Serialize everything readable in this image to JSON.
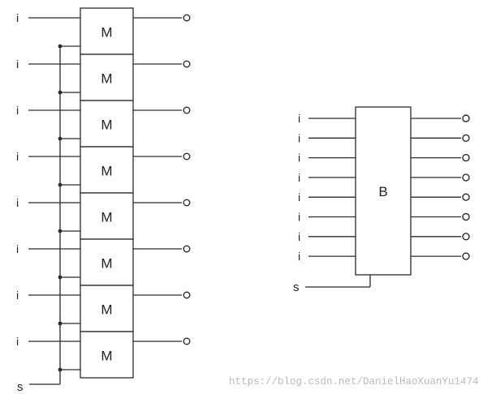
{
  "left_diagram": {
    "input_label": "i",
    "output_label": "o",
    "block_label": "M",
    "block_count": 8,
    "select_label": "s"
  },
  "right_diagram": {
    "input_label": "i",
    "output_label": "o",
    "block_label": "B",
    "line_count": 8,
    "select_label": "s"
  },
  "watermark": "https://blog.csdn.net/DanielHaoXuanYu1474"
}
